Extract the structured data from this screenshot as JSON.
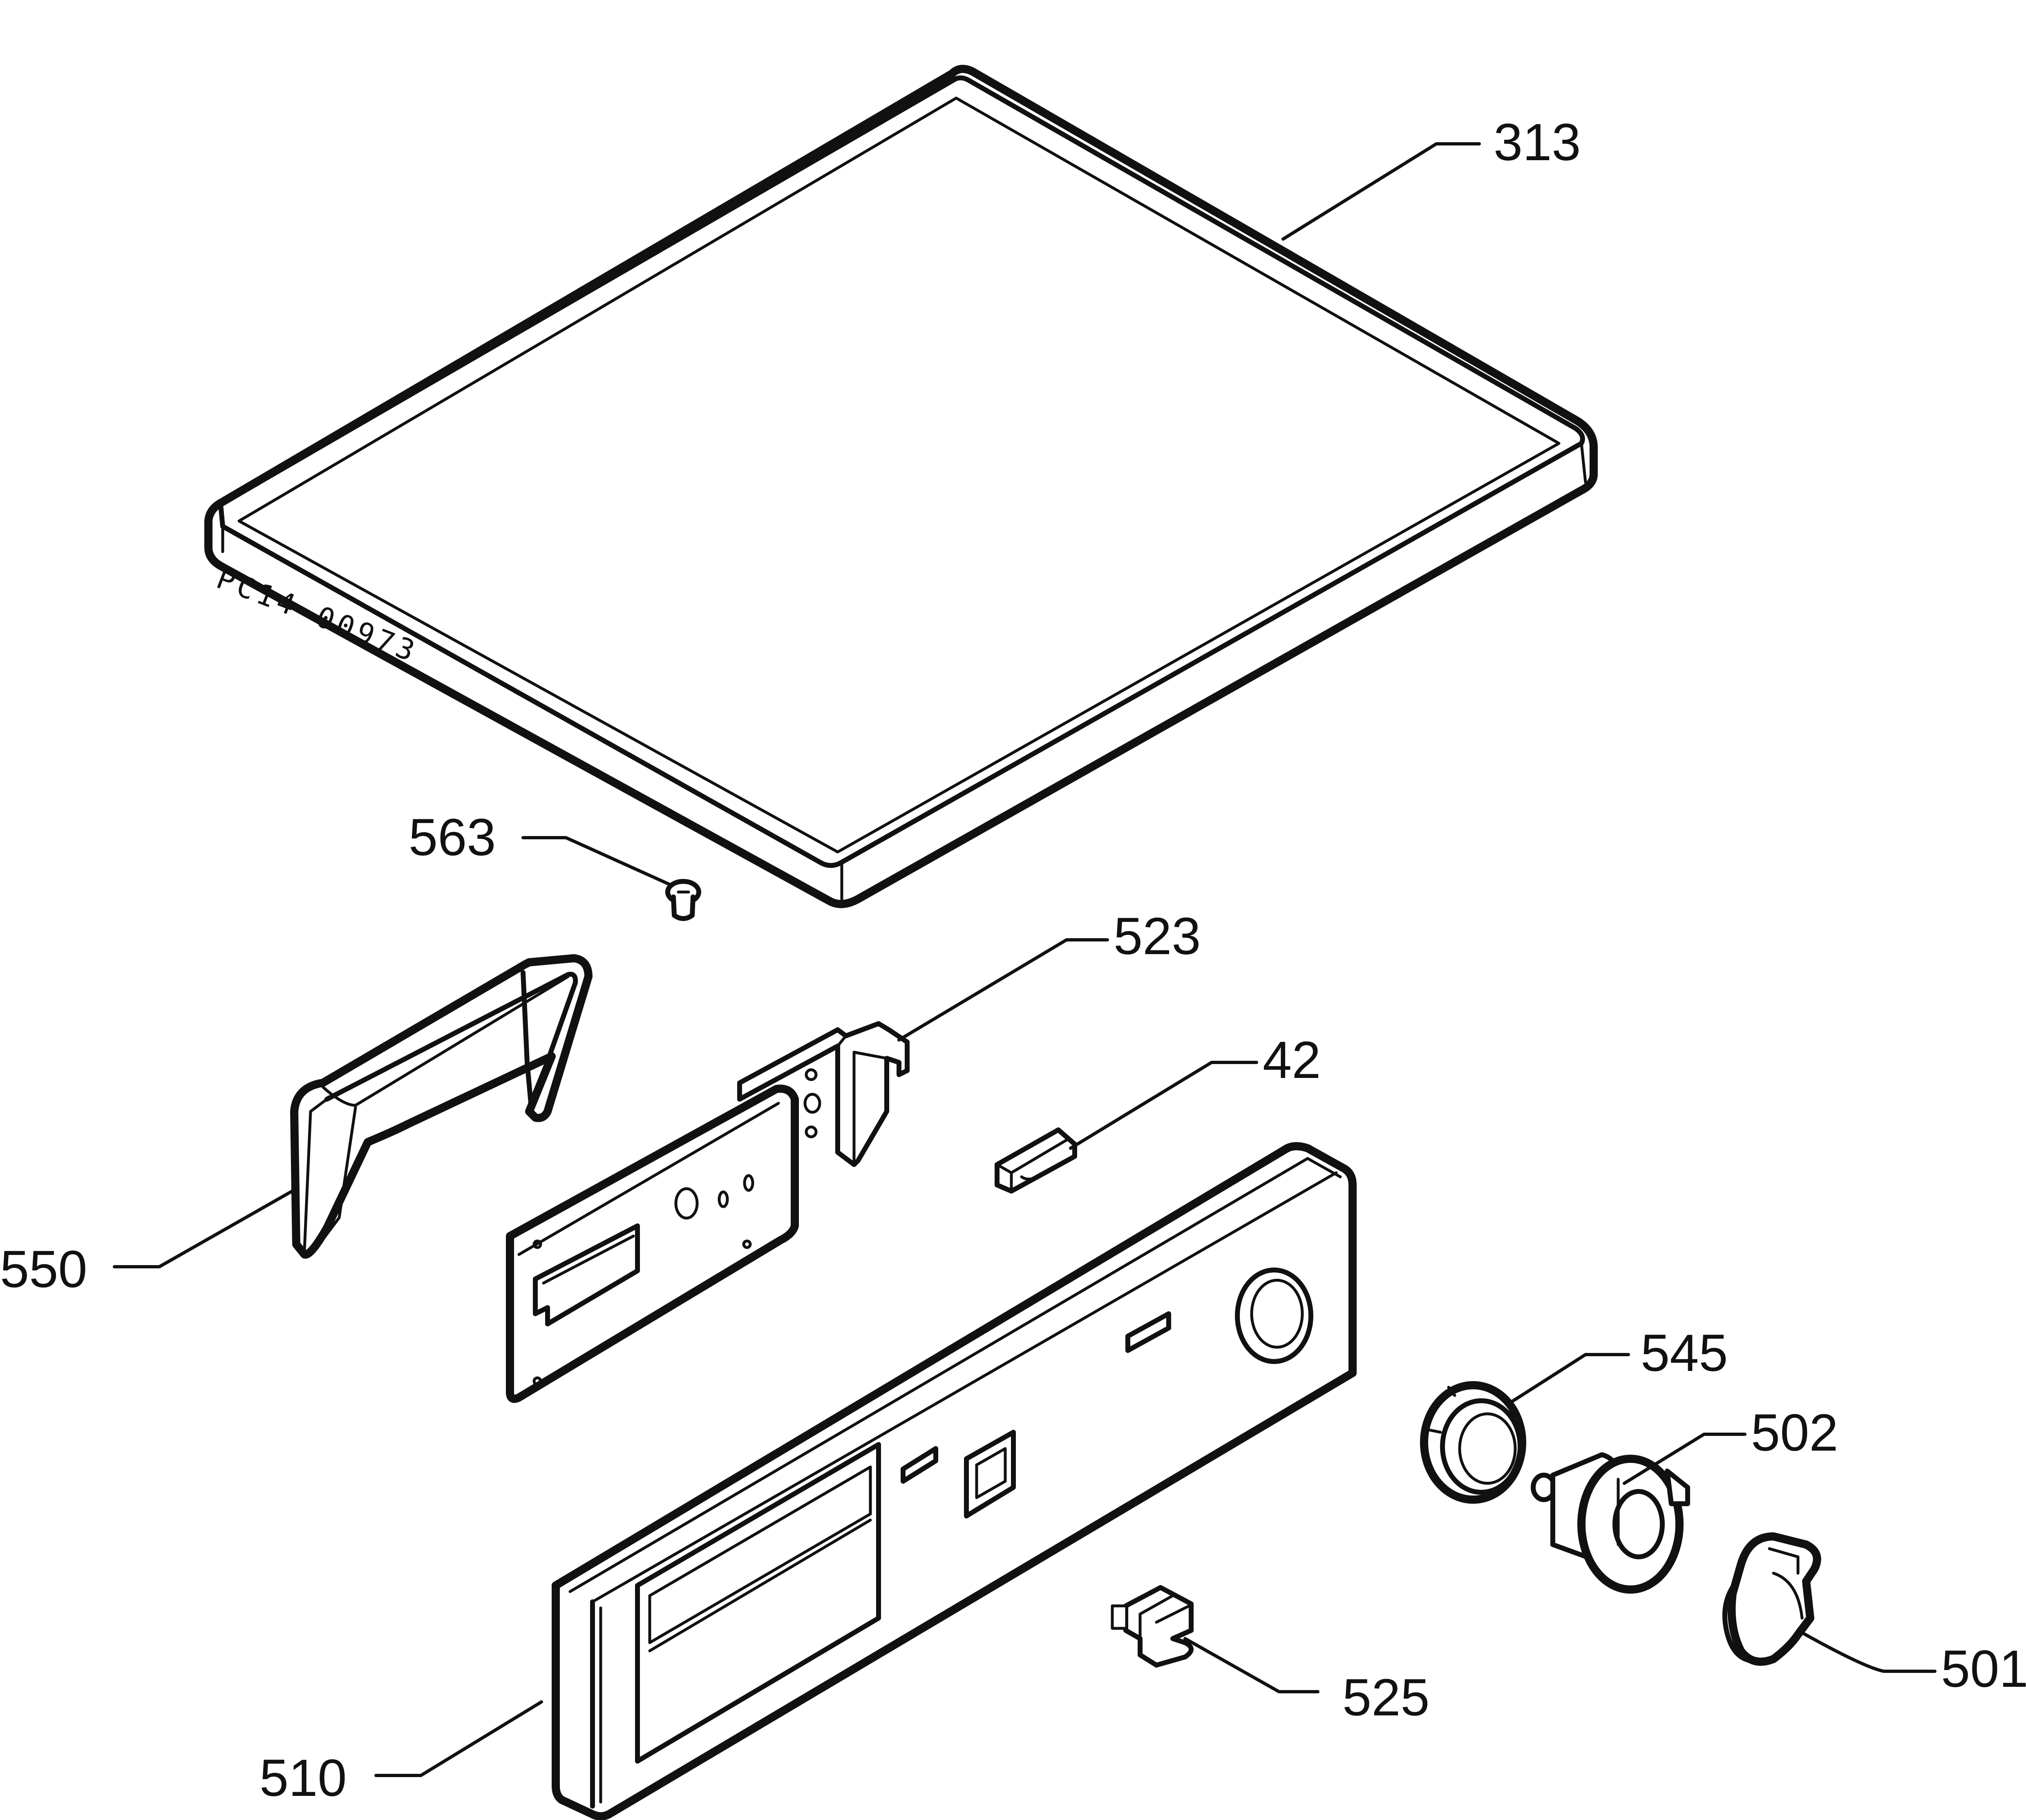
{
  "drawing": {
    "id": "PC14-00973"
  },
  "parts": [
    {
      "key": "313",
      "label": "313"
    },
    {
      "key": "563",
      "label": "563"
    },
    {
      "key": "523",
      "label": "523"
    },
    {
      "key": "42",
      "label": "42"
    },
    {
      "key": "550",
      "label": "550"
    },
    {
      "key": "545",
      "label": "545"
    },
    {
      "key": "502",
      "label": "502"
    },
    {
      "key": "501",
      "label": "501"
    },
    {
      "key": "525",
      "label": "525"
    },
    {
      "key": "510",
      "label": "510"
    }
  ],
  "colors": {
    "line": "#111111",
    "background": "#ffffff"
  }
}
